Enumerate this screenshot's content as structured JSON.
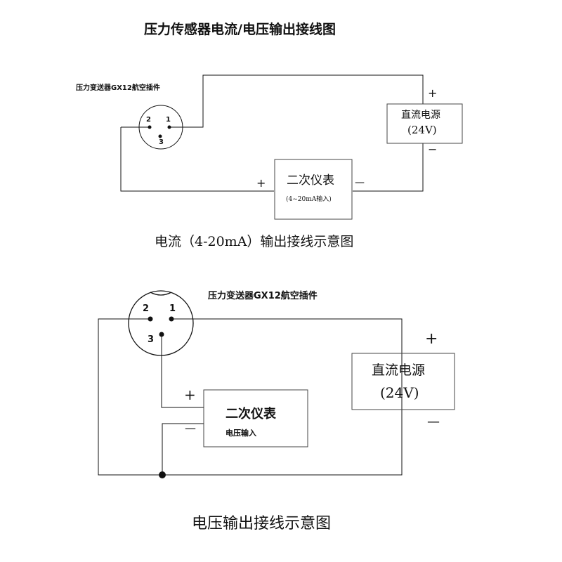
{
  "title": "压力传感器电流/电压输出接线图",
  "current_diagram": {
    "connector_label": "压力变送器GX12航空插件",
    "pins": [
      "2",
      "1",
      "3"
    ],
    "power_supply": {
      "line1": "直流电源",
      "line2": "(24V)",
      "plus": "+",
      "minus": "−"
    },
    "meter": {
      "name": "二次仪表",
      "input": "(4~20mA输入)",
      "plus": "+",
      "minus": "—"
    },
    "caption": "电流（4-20mA）输出接线示意图"
  },
  "voltage_diagram": {
    "connector_label": "压力变送器GX12航空插件",
    "pins": [
      "2",
      "1",
      "3"
    ],
    "power_supply": {
      "line1": "直流电源",
      "line2": "(24V)",
      "plus": "+",
      "minus": "—"
    },
    "meter": {
      "name": "二次仪表",
      "input": "电压输入",
      "plus": "+",
      "minus": "—"
    },
    "caption": "电压输出接线示意图"
  },
  "colors": {
    "line": "#111111",
    "box_border": "#444444",
    "background": "#ffffff"
  }
}
